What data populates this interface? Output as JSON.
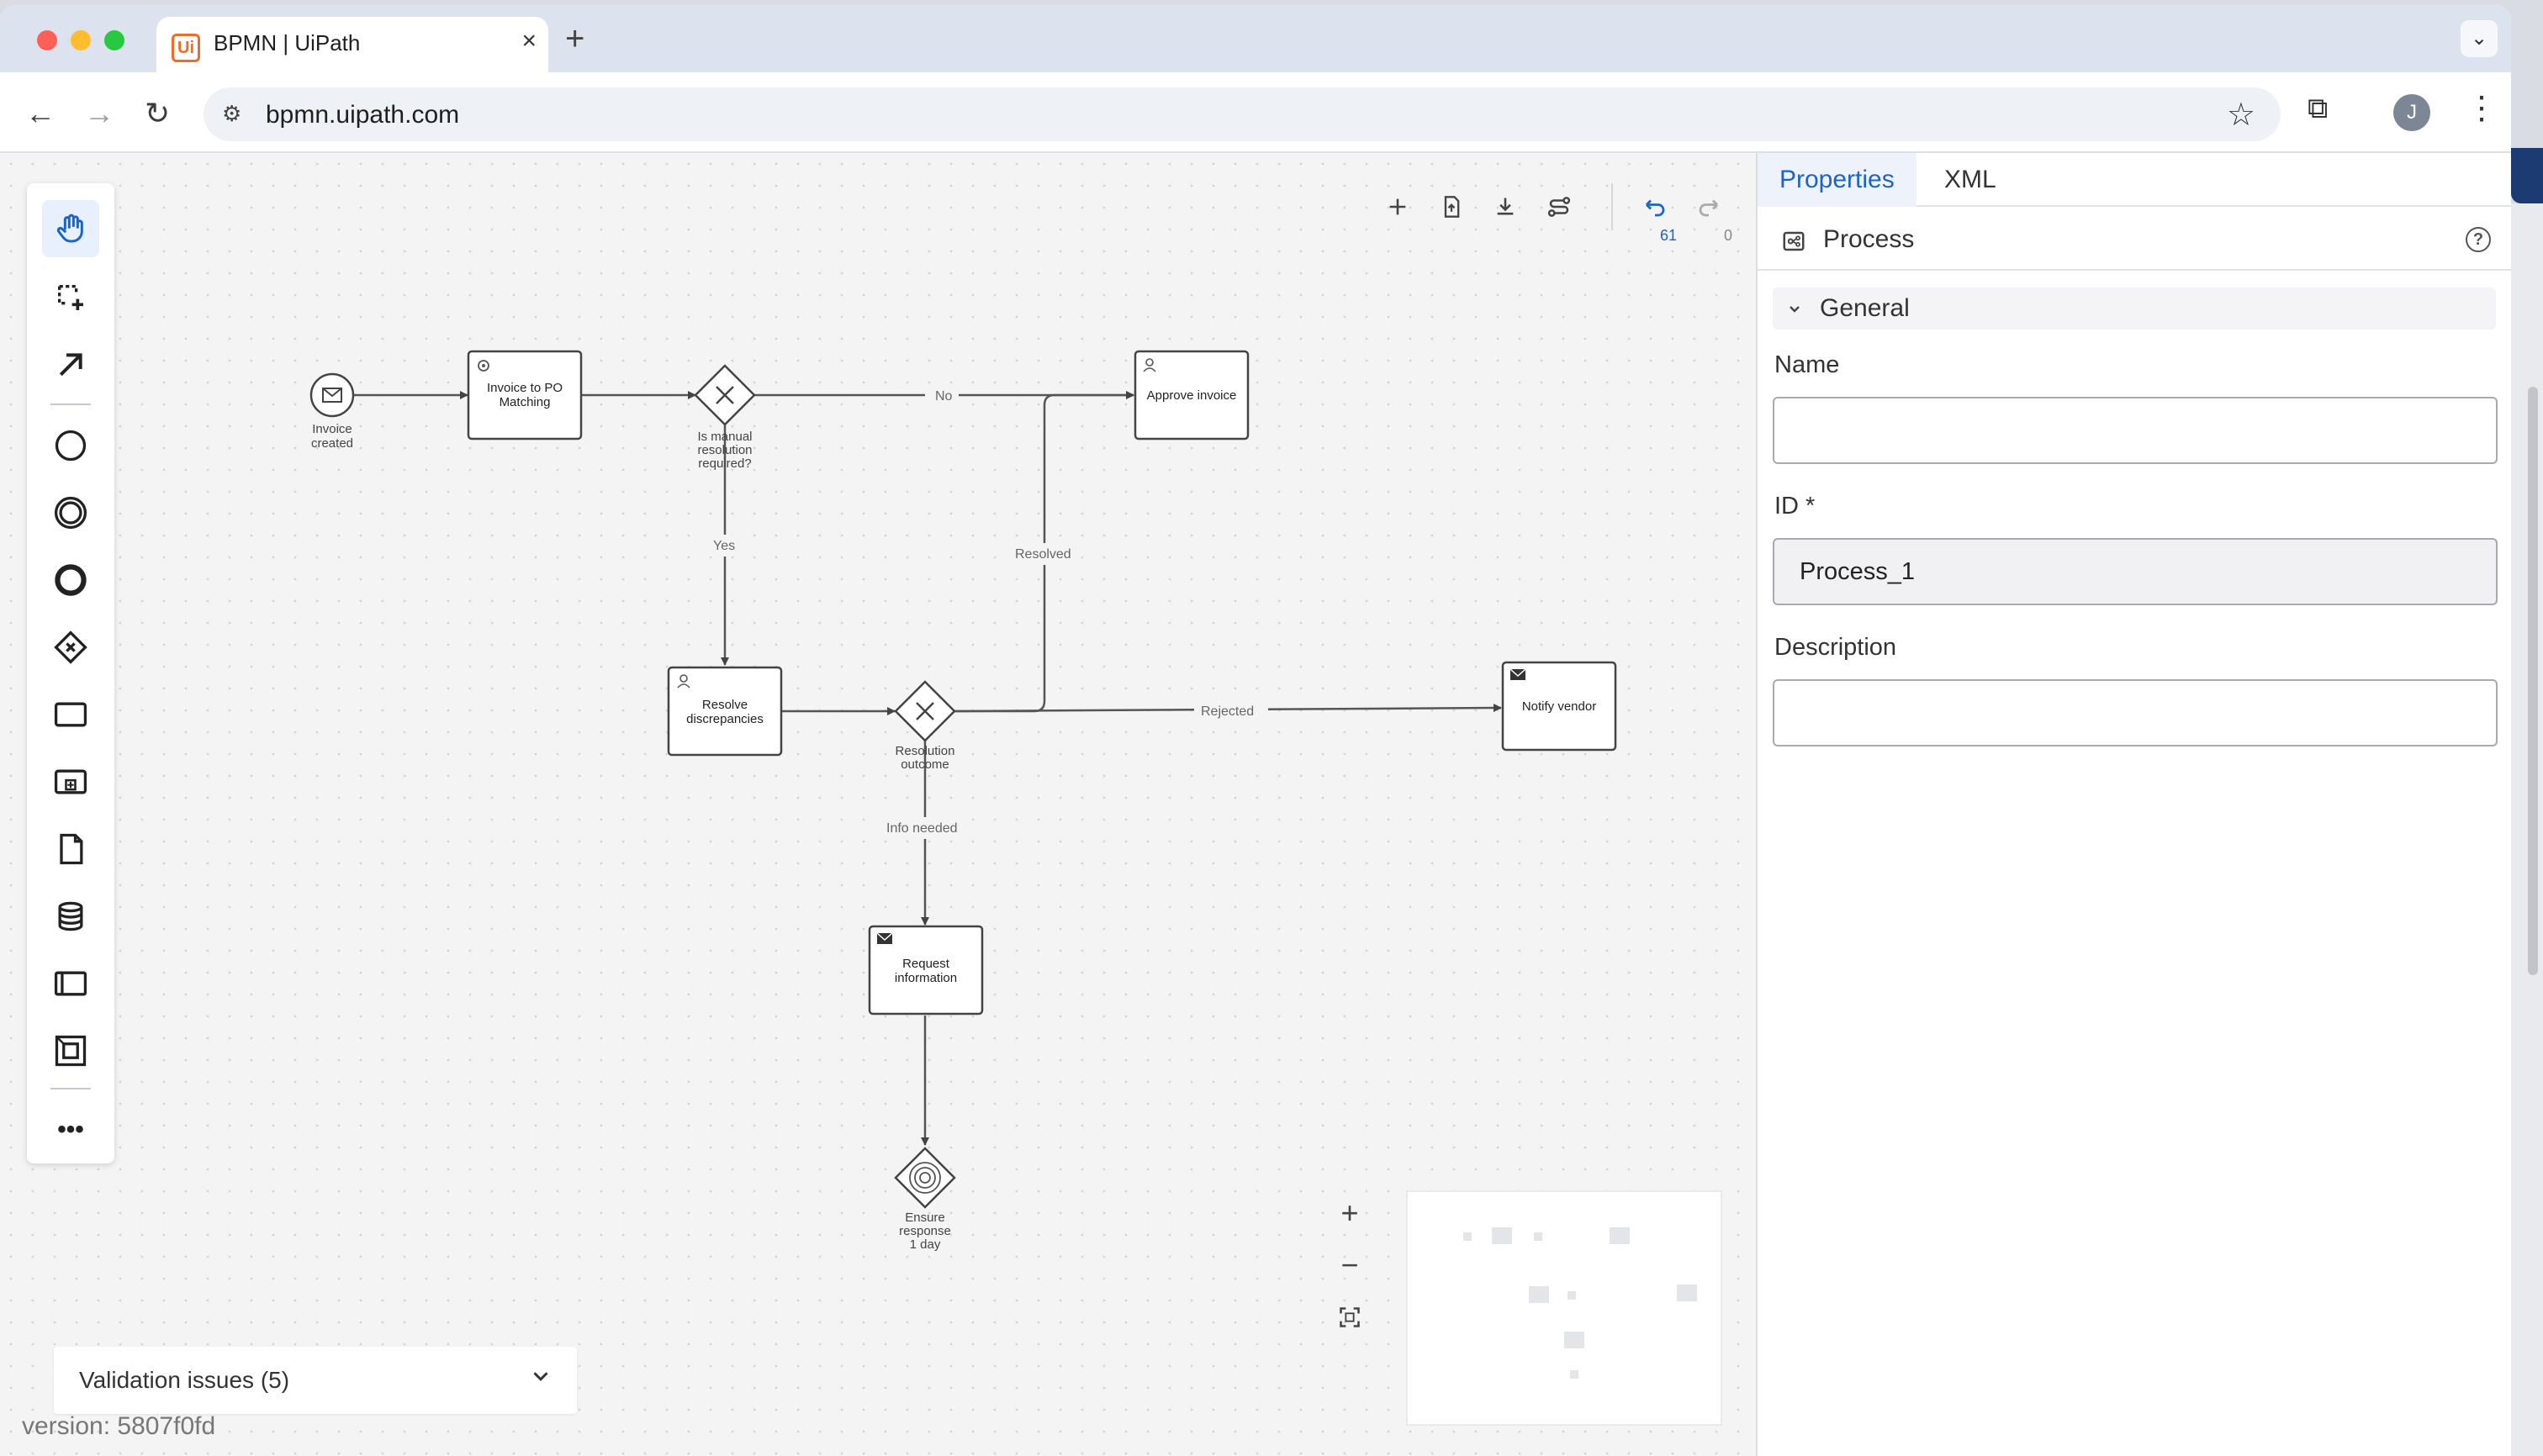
{
  "browser": {
    "tab_title": "BPMN | UiPath",
    "favicon_text": "Ui",
    "url": "bpmn.uipath.com",
    "avatar_letter": "J"
  },
  "canvas_toolbar": {
    "undo_count": "61",
    "redo_count": "0"
  },
  "palette": {
    "tools": [
      "hand-tool",
      "lasso-tool",
      "connect-tool",
      "start-event",
      "intermediate-event",
      "end-event",
      "gateway",
      "task",
      "subprocess",
      "data-object",
      "data-store",
      "pool",
      "group",
      "more"
    ]
  },
  "diagram": {
    "elements": {
      "start_label": [
        "Invoice",
        "created"
      ],
      "task_po": [
        "Invoice to PO",
        "Matching"
      ],
      "gateway_manual": [
        "Is manual",
        "resolution",
        "required?"
      ],
      "task_approve": [
        "Approve invoice"
      ],
      "task_resolve": [
        "Resolve",
        "discrepancies"
      ],
      "gateway_outcome": [
        "Resolution",
        "outcome"
      ],
      "task_notify": [
        "Notify vendor"
      ],
      "task_request": [
        "Request",
        "information"
      ],
      "end_label": [
        "Ensure",
        "response",
        "1 day"
      ]
    },
    "flow_labels": {
      "no": "No",
      "yes": "Yes",
      "resolved": "Resolved",
      "rejected": "Rejected",
      "info_needed": "Info needed"
    }
  },
  "validation": {
    "label": "Validation issues (5)"
  },
  "version": "version: 5807f0fd",
  "panel": {
    "tabs": [
      "Properties",
      "XML"
    ],
    "header_title": "Process",
    "group_label": "General",
    "fields": {
      "name_label": "Name",
      "name_value": "",
      "id_label": "ID *",
      "id_value": "Process_1",
      "description_label": "Description",
      "description_value": ""
    }
  },
  "colors": {
    "accent": "#1c64c8",
    "uipath_orange": "#f26a2a"
  }
}
